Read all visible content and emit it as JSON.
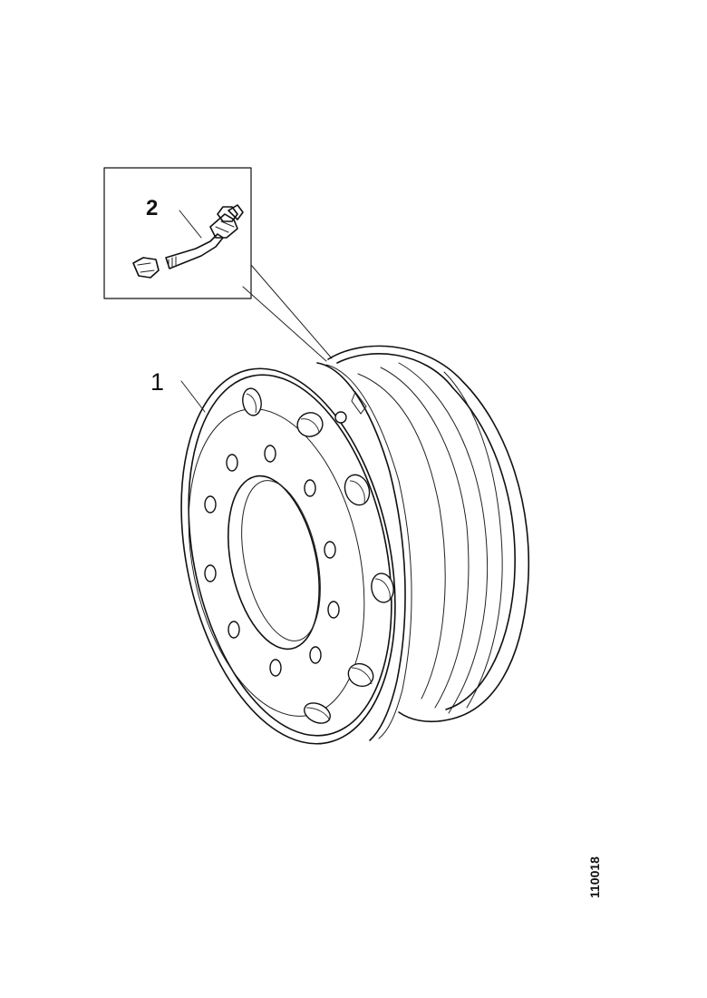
{
  "callouts": {
    "wheel_rim": "1",
    "valve": "2"
  },
  "figure_id": "110018"
}
